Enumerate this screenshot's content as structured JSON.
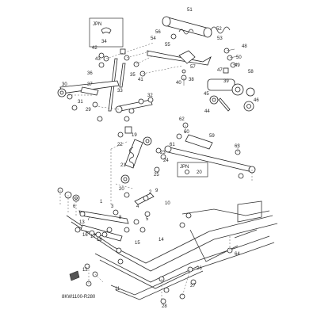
{
  "diagram": {
    "drawing_code": "8KW1100-R280",
    "jpn_boxes": [
      {
        "label": "JPN",
        "part": "34"
      },
      {
        "label": "JPN",
        "part": "20"
      }
    ],
    "callouts": [
      "51",
      "52",
      "53",
      "54",
      "55",
      "56",
      "57",
      "58",
      "48",
      "50",
      "49",
      "47",
      "39",
      "38",
      "40",
      "42",
      "43",
      "45",
      "46",
      "44",
      "36",
      "35",
      "33",
      "37",
      "30",
      "31",
      "32",
      "41",
      "62",
      "60",
      "59",
      "61",
      "63",
      "19",
      "22",
      "21",
      "23",
      "24",
      "25",
      "20",
      "1",
      "2",
      "3",
      "4",
      "5",
      "6",
      "7",
      "8",
      "9",
      "10",
      "11",
      "12",
      "13",
      "14",
      "15",
      "16",
      "17",
      "18",
      "26",
      "27",
      "28",
      "29",
      "64"
    ]
  }
}
